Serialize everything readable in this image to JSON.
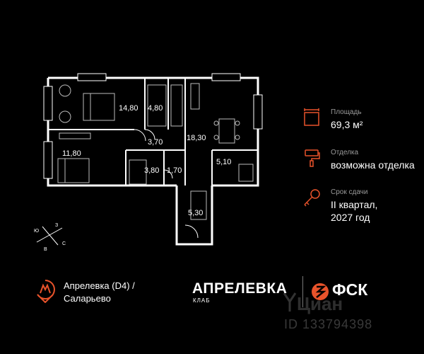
{
  "plan": {
    "rooms": [
      {
        "name": "bedroom-1-area",
        "label": "14,80"
      },
      {
        "name": "closet-area",
        "label": "4,80"
      },
      {
        "name": "hall-area",
        "label": "3,70"
      },
      {
        "name": "living-kitchen-area",
        "label": "18,30"
      },
      {
        "name": "bedroom-2-area",
        "label": "11,80"
      },
      {
        "name": "bathroom-area",
        "label": "3,80"
      },
      {
        "name": "wc-area",
        "label": "1,70"
      },
      {
        "name": "kitchen-nook-area",
        "label": "5,10"
      },
      {
        "name": "corridor-area",
        "label": "5,30"
      }
    ]
  },
  "info": {
    "area": {
      "label": "Площадь",
      "value": "69,3 м²"
    },
    "finish": {
      "label": "Отделка",
      "value": "возможна отделка"
    },
    "deadline": {
      "label": "Срок сдачи",
      "value_line1": "II квартал,",
      "value_line2": "2027 год"
    }
  },
  "compass": {
    "n": "З",
    "s": "В",
    "w": "Ю",
    "e": "С"
  },
  "metro": {
    "line1": "Апрелевка (D4)  /",
    "line2": "Саларьево"
  },
  "brand": {
    "name": "АПРЕЛЕВКА",
    "sub": "КЛАБ",
    "developer": "ФСК"
  },
  "watermark": {
    "logo_text": "Циан",
    "listing_id": "ID 133794398"
  },
  "colors": {
    "accent": "#e8532b",
    "wall": "#ffffff",
    "background": "#000000"
  }
}
